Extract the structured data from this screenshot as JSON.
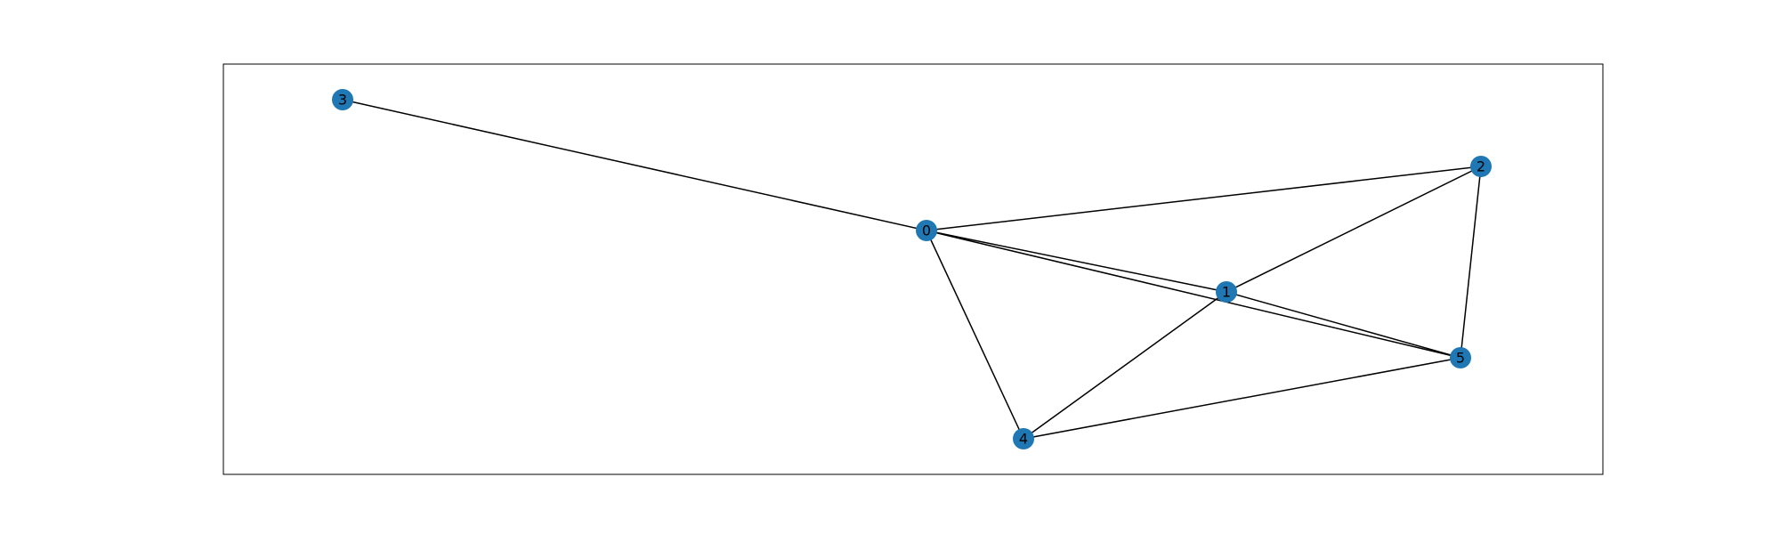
{
  "graph": {
    "node_color": "#1f77b4",
    "edge_color": "#000000",
    "frame_color": "#000000",
    "nodes": [
      {
        "id": "0",
        "label": "0"
      },
      {
        "id": "1",
        "label": "1"
      },
      {
        "id": "2",
        "label": "2"
      },
      {
        "id": "3",
        "label": "3"
      },
      {
        "id": "4",
        "label": "4"
      },
      {
        "id": "5",
        "label": "5"
      }
    ],
    "edges": [
      [
        "0",
        "3"
      ],
      [
        "0",
        "2"
      ],
      [
        "0",
        "1"
      ],
      [
        "0",
        "5"
      ],
      [
        "0",
        "4"
      ],
      [
        "1",
        "2"
      ],
      [
        "1",
        "5"
      ],
      [
        "1",
        "4"
      ],
      [
        "2",
        "5"
      ],
      [
        "4",
        "5"
      ]
    ]
  }
}
